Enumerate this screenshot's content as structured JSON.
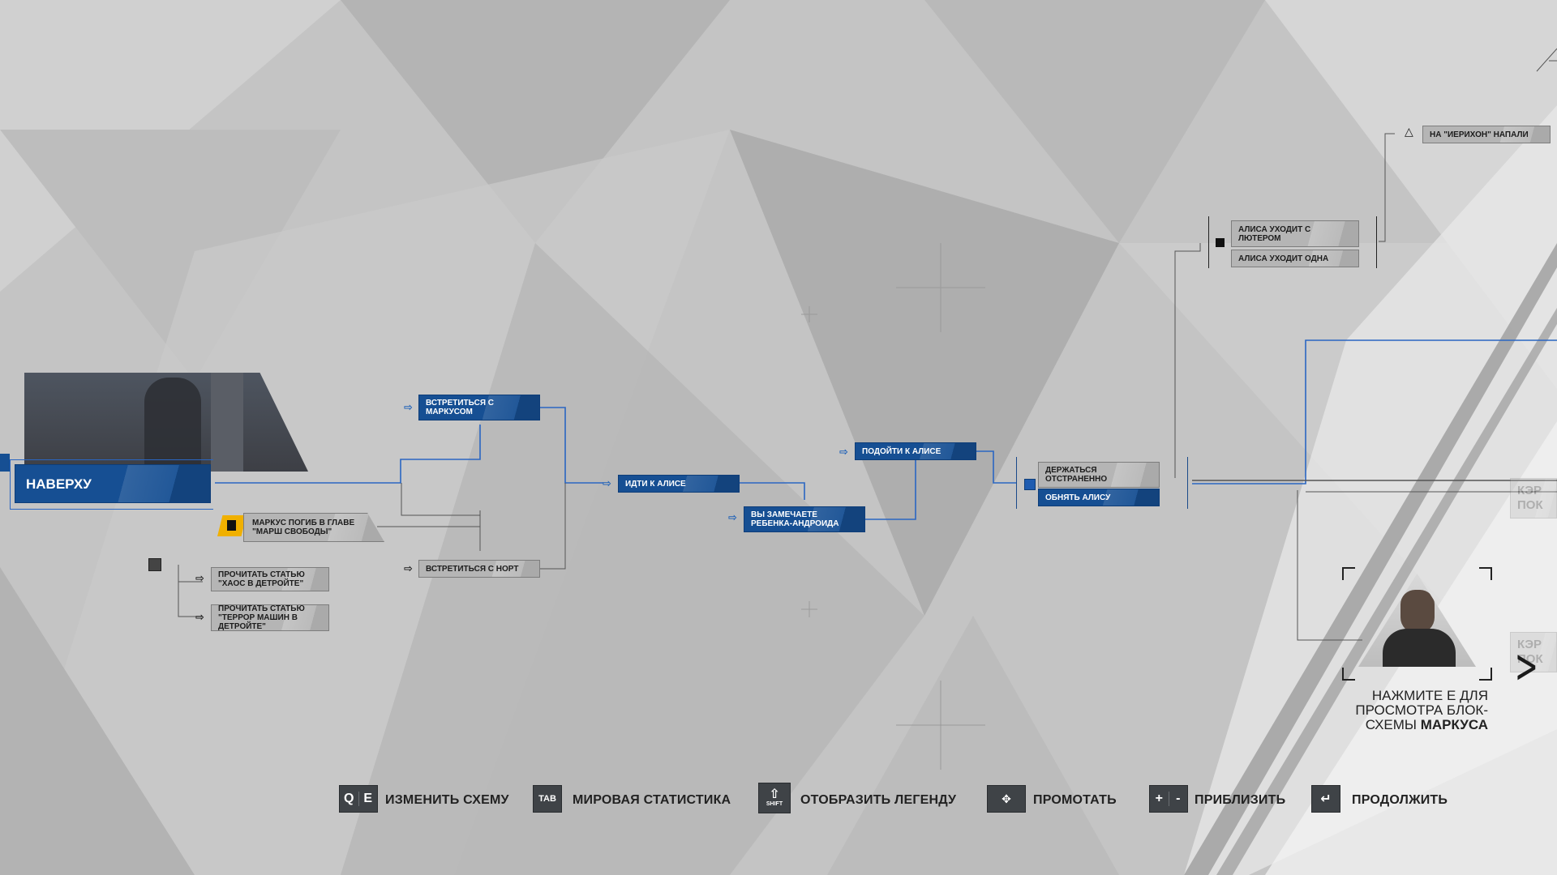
{
  "chart": {
    "start_node": "НАВЕРХУ",
    "nodes": {
      "meet_markus": "ВСТРЕТИТЬСЯ С МАРКУСОМ",
      "markus_died": "МАРКУС ПОГИБ В ГЛАВЕ \"МАРШ СВОБОДЫ\"",
      "read_chaos": "ПРОЧИТАТЬ СТАТЬЮ \"ХАОС В ДЕТРОЙТЕ\"",
      "read_terror": "ПРОЧИТАТЬ СТАТЬЮ \"ТЕРРОР МАШИН В ДЕТРОЙТЕ\"",
      "meet_north": "ВСТРЕТИТЬСЯ С НОРТ",
      "go_to_alice": "ИДТИ К АЛИСЕ",
      "notice_child": "ВЫ ЗАМЕЧАЕТЕ РЕБЕНКА-АНДРОИДА",
      "approach_alice": "ПОДОЙТИ К АЛИСЕ",
      "keep_distance": "ДЕРЖАТЬСЯ ОТСТРАНЕННО",
      "hug_alice": "ОБНЯТЬ АЛИСУ",
      "alice_luther": "АЛИСА УХОДИТ С ЛЮТЕРОМ",
      "alice_alone": "АЛИСА УХОДИТ ОДНА",
      "jericho_attacked": "НА \"ИЕРИХОН\" НАПАЛИ",
      "offscreen_1": "КЭР ПОК",
      "offscreen_2": "КЭР ПОК"
    }
  },
  "switch_prompt": {
    "text": "НАЖМИТЕ Е ДЛЯ ПРОСМОТРА БЛОК-СХЕМЫ",
    "name": "МАРКУСА"
  },
  "controls": [
    {
      "keys": [
        "Q",
        "E"
      ],
      "label": "ИЗМЕНИТЬ СХЕМУ"
    },
    {
      "keys": [
        "TAB"
      ],
      "label": "МИРОВАЯ СТАТИСТИКА"
    },
    {
      "keys": [
        "SHIFT"
      ],
      "label": "ОТОБРАЗИТЬ ЛЕГЕНДУ"
    },
    {
      "keys": [
        "move-icon"
      ],
      "label": "ПРОМОТАТЬ"
    },
    {
      "keys": [
        "+",
        "-"
      ],
      "label": "ПРИБЛИЗИТЬ"
    },
    {
      "keys": [
        "enter-icon"
      ],
      "label": "ПРОДОЛЖИТЬ"
    }
  ],
  "colors": {
    "accent": "#164f93",
    "background": "#c2c2c2",
    "node_grey": "#b5b5b5",
    "line_blue": "#2a66c2"
  }
}
